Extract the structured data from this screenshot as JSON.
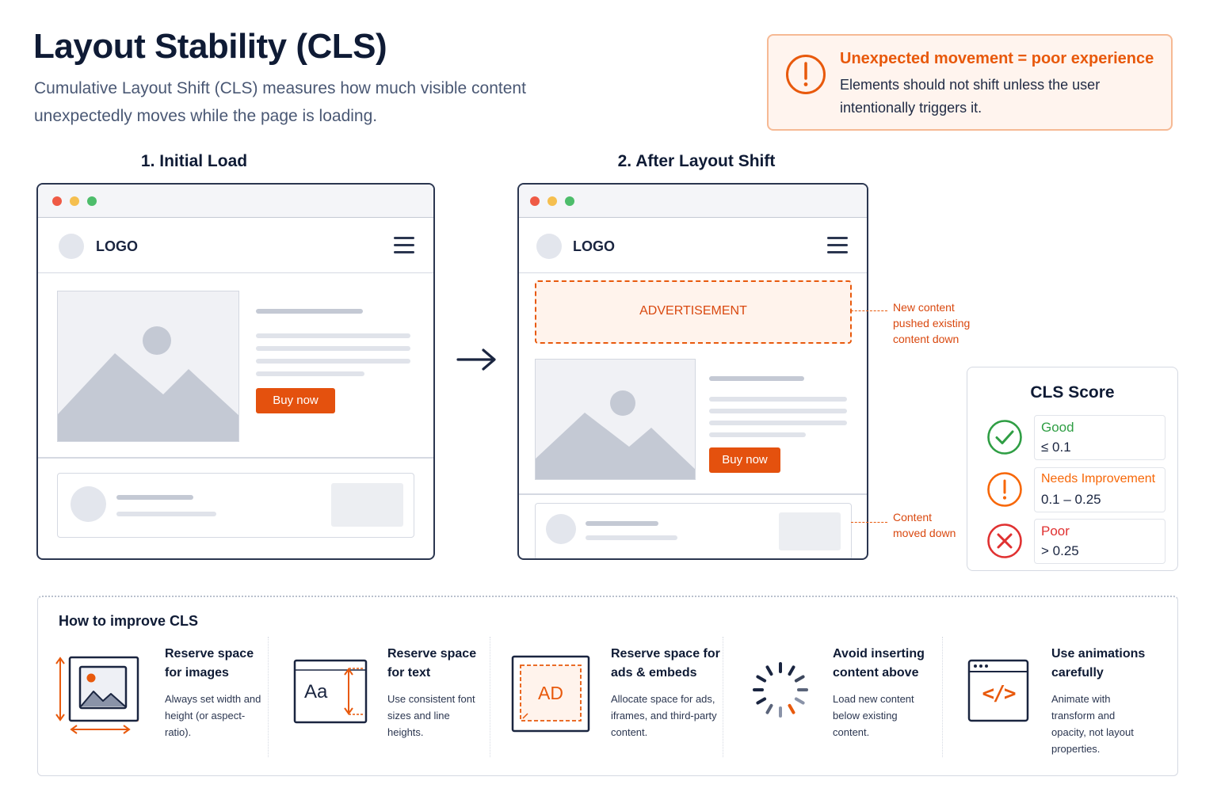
{
  "header": {
    "title": "Layout Stability (CLS)",
    "subtitle": "Cumulative Layout Shift (CLS) measures how much visible content unexpectedly moves while the page is loading."
  },
  "alert": {
    "title": "Unexpected movement = poor experience",
    "text": "Elements should not shift unless the user intentionally triggers it."
  },
  "panels": {
    "initial": {
      "label": "1. Initial Load",
      "logo": "LOGO",
      "button": "Buy now"
    },
    "after": {
      "label": "2. After Layout Shift",
      "logo": "LOGO",
      "button": "Buy now",
      "ad": "ADVERTISEMENT"
    }
  },
  "notes": {
    "new_content": "New content pushed existing content down",
    "moved": "Content moved down"
  },
  "score": {
    "title": "CLS Score",
    "rows": [
      {
        "name": "Good",
        "value": "≤ 0.1",
        "color": "#2f9e44"
      },
      {
        "name": "Needs Improvement",
        "value": "0.1 – 0.25",
        "color": "#f76707"
      },
      {
        "name": "Poor",
        "value": "> 0.25",
        "color": "#e03131"
      }
    ]
  },
  "improve": {
    "title": "How to improve CLS",
    "tips": [
      {
        "title": "Reserve space for images",
        "desc": "Always set width and height (or aspect-ratio).",
        "icon": "image-dimensions-icon"
      },
      {
        "title": "Reserve space for text",
        "desc": "Use consistent font sizes and line heights.",
        "icon": "text-size-icon",
        "glyph": "Aa"
      },
      {
        "title": "Reserve space for ads & embeds",
        "desc": "Allocate space for ads, iframes, and third-party content.",
        "icon": "ad-placeholder-icon",
        "glyph": "AD"
      },
      {
        "title": "Avoid inserting content above",
        "desc": "Load new content below existing content.",
        "icon": "loading-spinner-icon"
      },
      {
        "title": "Use animations carefully",
        "desc": "Animate with transform and opacity, not layout properties.",
        "icon": "code-window-icon",
        "glyph": "</>"
      }
    ]
  },
  "colors": {
    "accent": "#e4510e",
    "navy": "#0f1b35",
    "good": "#2f9e44",
    "warn": "#f76707",
    "poor": "#e03131"
  }
}
